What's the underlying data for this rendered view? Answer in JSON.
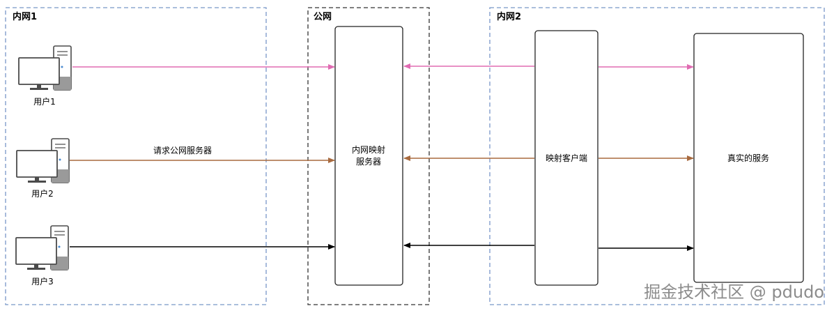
{
  "zones": {
    "lan1": "内网1",
    "public": "公网",
    "lan2": "内网2"
  },
  "users": [
    "用户1",
    "用户2",
    "用户3"
  ],
  "nodes": {
    "mapping_server_line1": "内网映射",
    "mapping_server_line2": "服务器",
    "mapping_client": "映射客户端",
    "real_service": "真实的服务"
  },
  "edge_label": "请求公网服务器",
  "watermark": "掘金技术社区 @ pdudo",
  "colors": {
    "lan_border": "#7896c8",
    "public_border": "#333333",
    "pink": "#e06bb2",
    "brown": "#a86a3f",
    "black": "#000000",
    "computer": "#4a4a4a"
  }
}
